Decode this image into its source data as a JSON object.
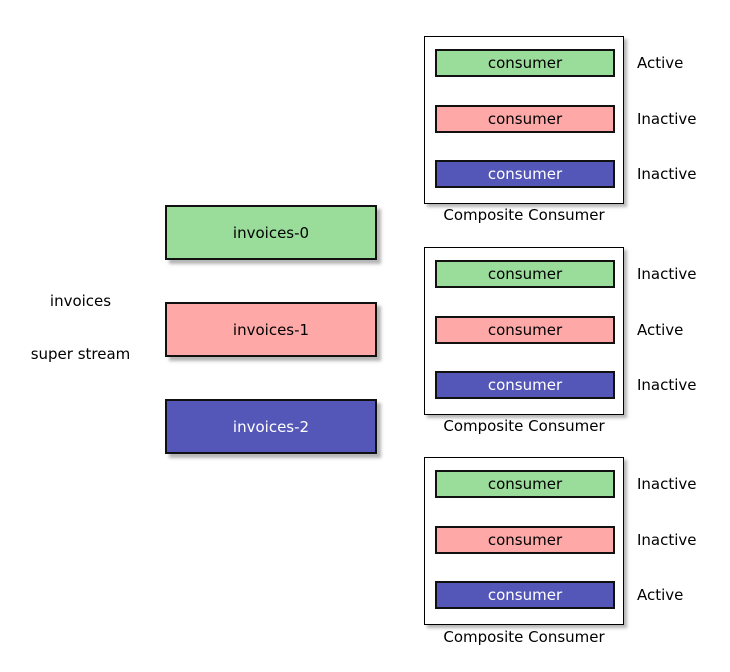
{
  "stream": {
    "name": "invoices",
    "type_label": "super stream",
    "partitions": [
      {
        "label": "invoices-0",
        "color": "#9ADC9A",
        "text_color": "#000000"
      },
      {
        "label": "invoices-1",
        "color": "#FFA8A8",
        "text_color": "#000000"
      },
      {
        "label": "invoices-2",
        "color": "#5557B8",
        "text_color": "#FFFFFF"
      }
    ]
  },
  "composite_consumers": [
    {
      "label": "Composite Consumer",
      "consumers": [
        {
          "label": "consumer",
          "color": "#9ADC9A",
          "text_color": "#000000",
          "status": "Active"
        },
        {
          "label": "consumer",
          "color": "#FFA8A8",
          "text_color": "#000000",
          "status": "Inactive"
        },
        {
          "label": "consumer",
          "color": "#5557B8",
          "text_color": "#FFFFFF",
          "status": "Inactive"
        }
      ]
    },
    {
      "label": "Composite Consumer",
      "consumers": [
        {
          "label": "consumer",
          "color": "#9ADC9A",
          "text_color": "#000000",
          "status": "Inactive"
        },
        {
          "label": "consumer",
          "color": "#FFA8A8",
          "text_color": "#000000",
          "status": "Active"
        },
        {
          "label": "consumer",
          "color": "#5557B8",
          "text_color": "#FFFFFF",
          "status": "Inactive"
        }
      ]
    },
    {
      "label": "Composite Consumer",
      "consumers": [
        {
          "label": "consumer",
          "color": "#9ADC9A",
          "text_color": "#000000",
          "status": "Inactive"
        },
        {
          "label": "consumer",
          "color": "#FFA8A8",
          "text_color": "#000000",
          "status": "Inactive"
        },
        {
          "label": "consumer",
          "color": "#5557B8",
          "text_color": "#FFFFFF",
          "status": "Active"
        }
      ]
    }
  ]
}
